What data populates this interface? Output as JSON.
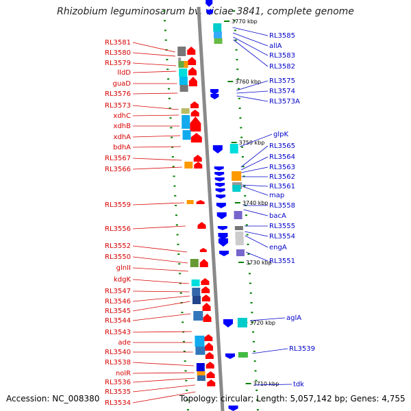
{
  "title": "Rhizobium leguminosarum bv. viciae 3841, complete genome",
  "footer": {
    "accession": "Accession: NC_008380",
    "summary": "Topology: circular; Length: 5,057,142 bp; Genes: 4,755"
  },
  "ticks": [
    "3770 kbp",
    "3760 kbp",
    "3750 kbp",
    "3740 kbp",
    "3730 kbp",
    "3720 kbp",
    "3710 kbp"
  ],
  "left_genes": [
    "RL3581",
    "RL3580",
    "RL3579",
    "lldD",
    "guaD",
    "RL3576",
    "RL3573",
    "xdhC",
    "xdhB",
    "xdhA",
    "bdhA",
    "RL3567",
    "RL3566",
    "RL3559",
    "RL3556",
    "RL3552",
    "RL3550",
    "glnII",
    "kdgK",
    "RL3547",
    "RL3546",
    "RL3545",
    "RL3544",
    "RL3543",
    "ade",
    "RL3540",
    "RL3538",
    "nolR",
    "RL3536",
    "RL3535",
    "RL3534"
  ],
  "right_genes": [
    "RL3585",
    "allA",
    "RL3583",
    "RL3582",
    "RL3575",
    "RL3574",
    "RL3573A",
    "glpK",
    "RL3565",
    "RL3564",
    "RL3563",
    "RL3562",
    "RL3561",
    "map",
    "RL3558",
    "bacA",
    "RL3555",
    "RL3554",
    "engA",
    "RL3551",
    "aglA",
    "RL3539",
    "tdk"
  ],
  "colors": {
    "label_left": "#d80000",
    "label_right": "#0000c8",
    "forward_strand": "#ff0000",
    "reverse_strand": "#0000ff",
    "backbone": "#8a8a8a",
    "tick_mark": "#008000"
  }
}
